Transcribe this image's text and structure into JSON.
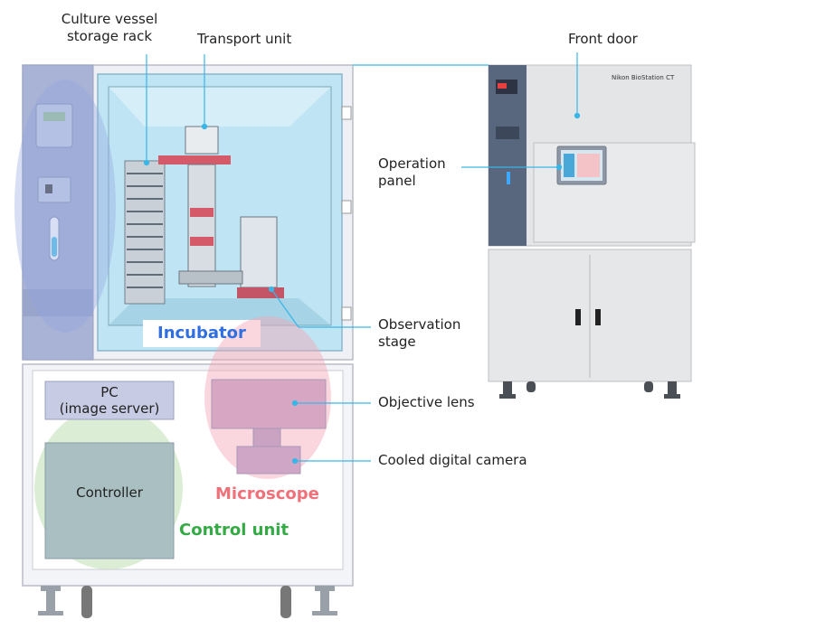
{
  "labels": {
    "culture_rack": "Culture vessel\nstorage rack",
    "transport_unit": "Transport unit",
    "front_door": "Front door",
    "operation_panel": "Operation\npanel",
    "observation_stage": "Observation\nstage",
    "objective_lens": "Objective lens",
    "cooled_camera": "Cooled digital camera",
    "pc": "PC\n(image server)",
    "controller": "Controller"
  },
  "zones": {
    "incubator": "Incubator",
    "microscope": "Microscope",
    "control_unit": "Control unit"
  },
  "brand_text": "Nikon BioStation CT",
  "colors": {
    "incubator": "#2f6fe0",
    "microscope": "#f0707a",
    "control_unit": "#33aa44",
    "leader": "#38b6e8"
  }
}
